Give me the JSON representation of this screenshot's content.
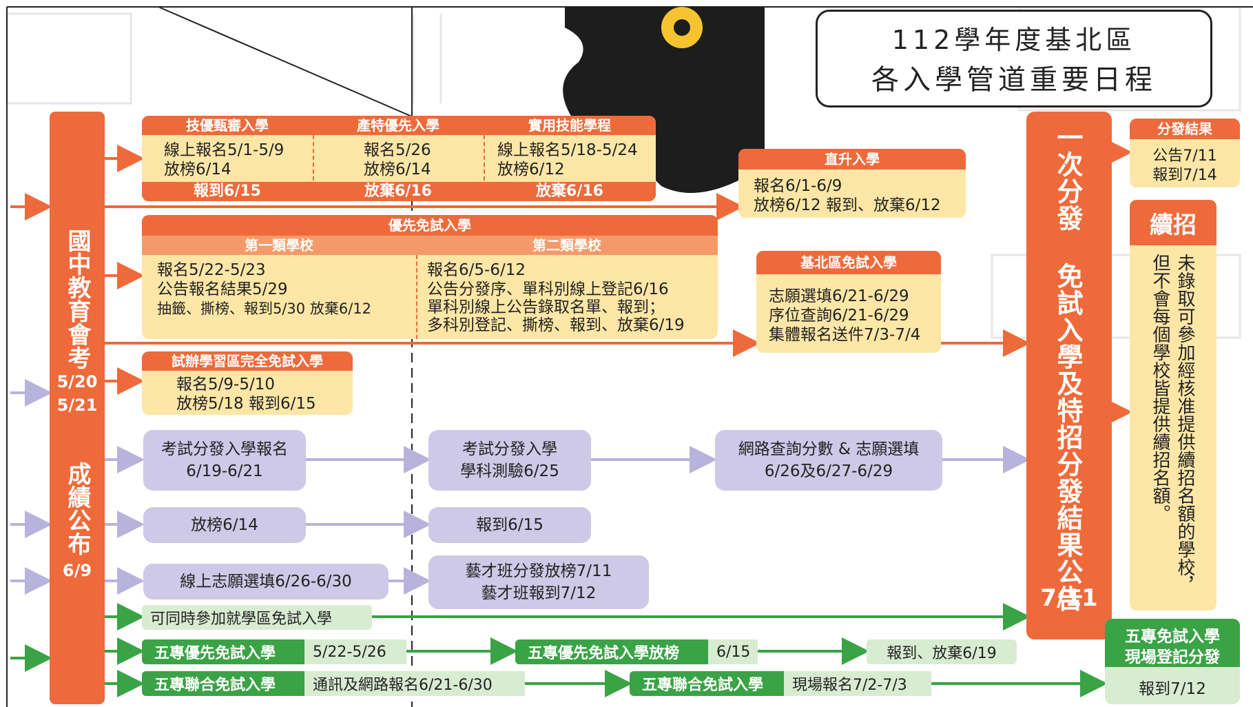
{
  "title": {
    "line1": "112學年度基北區",
    "line2": "各入學管道重要日程"
  },
  "left_bar": {
    "exam_name": "國中教育會考",
    "exam_date1": "5/20",
    "exam_date2": "5/21",
    "score_label": "成績公布",
    "score_date": "6/9"
  },
  "skill_box": {
    "heads": [
      "技優甄審入學",
      "產特優先入學",
      "實用技能學程"
    ],
    "body1": [
      "線上報名5/1-5/9",
      "放榜6/14"
    ],
    "body2": [
      "報名5/26",
      "放榜6/14"
    ],
    "body3": [
      "線上報名5/18-5/24",
      "放榜6/12"
    ],
    "foot": [
      "報到6/15",
      "放棄6/16",
      "放棄6/16"
    ]
  },
  "direct_box": {
    "head": "直升入學",
    "lines": [
      "報名6/1-6/9",
      "放榜6/12 報到、放棄6/12"
    ]
  },
  "priority_box": {
    "head": "優先免試入學",
    "sub1": "第一類學校",
    "sub2": "第二類學校",
    "col1": [
      "報名5/22-5/23",
      "公告報名結果5/29",
      "抽籤、撕榜、報到5/30 放棄6/12"
    ],
    "col2": [
      "報名6/5-6/12",
      "公告分發序、單科別線上登記6/16",
      "單科別線上公告錄取名單、報到；",
      "多科別登記、撕榜、報到、放棄6/19"
    ]
  },
  "region_box": {
    "head": "基北區免試入學",
    "lines": [
      "志願選填6/21-6/29",
      "序位查詢6/21-6/29",
      "集體報名送件7/3-7/4"
    ]
  },
  "pilot_box": {
    "head": "試辦學習區完全免試入學",
    "lines": [
      "報名5/9-5/10",
      "放榜5/18 報到6/15"
    ]
  },
  "exam_dist": {
    "box1": [
      "考試分發入學報名",
      "6/19-6/21"
    ],
    "box2": [
      "考試分發入學",
      "學科測驗6/25"
    ],
    "box3": [
      "網路查詢分數 & 志願選填",
      "6/26及6/27-6/29"
    ]
  },
  "art_row1": {
    "box1": "放榜6/14",
    "box2": "報到6/15"
  },
  "art_row2": {
    "box1": "線上志願選填6/26-6/30",
    "box2": [
      "藝才班分發放榜7/11",
      "藝才班報到7/12"
    ]
  },
  "green_rows": {
    "r1": "可同時參加就學區免試入學",
    "r2_tag1": "五專優先免試入學",
    "r2_txt1": "5/22-5/26",
    "r2_tag2": "五專優先免試入學放榜",
    "r2_txt2": "6/15",
    "r2_txt3": "報到、放棄6/19",
    "r3_tag1": "五專聯合免試入學",
    "r3_txt1": "通訊及網路報名6/21-6/30",
    "r3_tag2": "五專聯合免試入學",
    "r3_txt2": "現場報名7/2-7/3"
  },
  "result_bar": {
    "text": "一次分發 免試入學及特招分發結果公告",
    "date": "7/11"
  },
  "dist_result": {
    "head": "分發結果",
    "lines": [
      "公告7/11",
      "報到7/14"
    ]
  },
  "supp": {
    "head": "續招",
    "text": "未錄取可參加經核准提供續招名額的學校，但不會每個學校皆提供續招名額。"
  },
  "five_year": {
    "head": [
      "五專免試入學",
      "現場登記分發"
    ],
    "body": "報到7/12"
  },
  "colors": {
    "orange": "#ee6a3a",
    "yellow": "#fde6a6",
    "purple": "#cdc9e6",
    "green": "#3aa345",
    "light_green": "#d8ecd2"
  }
}
